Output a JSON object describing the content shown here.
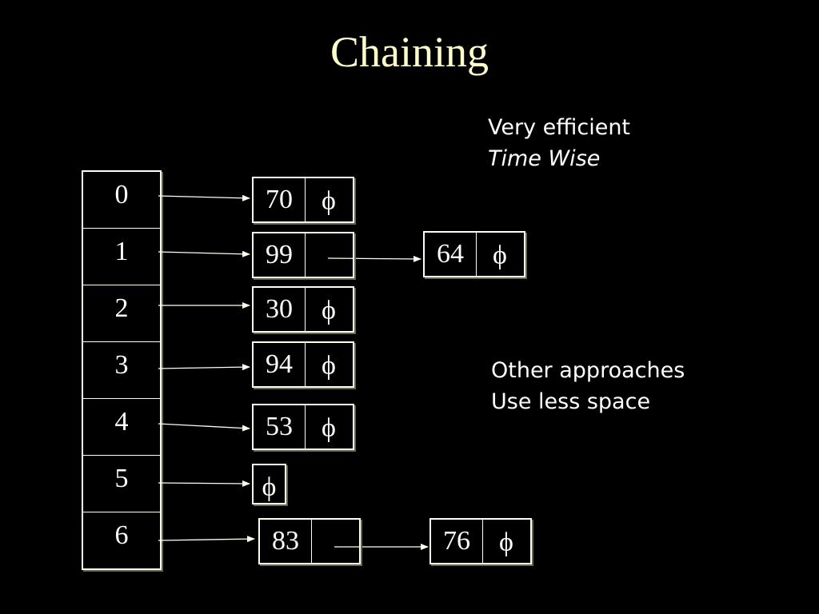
{
  "title": "Chaining",
  "notes": {
    "efficient_line1": "Very efficient",
    "efficient_line2": "Time Wise",
    "other_line1": "Other approaches",
    "other_line2": "Use less space"
  },
  "table": {
    "indices": [
      "0",
      "1",
      "2",
      "3",
      "4",
      "5",
      "6"
    ]
  },
  "null_symbol": "ϕ",
  "chains": [
    {
      "index": "0",
      "nodes": [
        {
          "key": "70",
          "next": "ϕ"
        }
      ]
    },
    {
      "index": "1",
      "nodes": [
        {
          "key": "99",
          "next": ""
        },
        {
          "key": "64",
          "next": "ϕ"
        }
      ]
    },
    {
      "index": "2",
      "nodes": [
        {
          "key": "30",
          "next": "ϕ"
        }
      ]
    },
    {
      "index": "3",
      "nodes": [
        {
          "key": "94",
          "next": "ϕ"
        }
      ]
    },
    {
      "index": "4",
      "nodes": [
        {
          "key": "53",
          "next": "ϕ"
        }
      ]
    },
    {
      "index": "5",
      "nodes": [
        {
          "key": "ϕ"
        }
      ]
    },
    {
      "index": "6",
      "nodes": [
        {
          "key": "83",
          "next": ""
        },
        {
          "key": "76",
          "next": "ϕ"
        }
      ]
    }
  ],
  "colors": {
    "background": "#000000",
    "title": "#ffffcc",
    "text": "#ffffff",
    "lines": "#ffffee"
  }
}
